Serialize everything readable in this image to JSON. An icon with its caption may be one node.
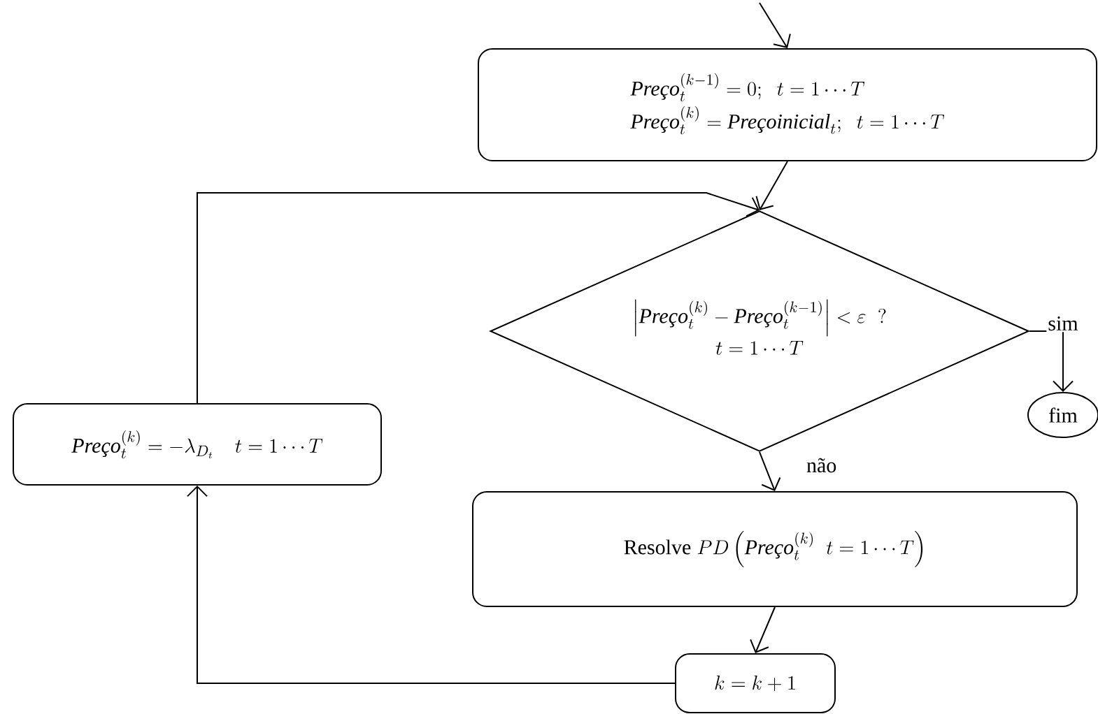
{
  "diagram": {
    "nodes": [
      {
        "text": [
          "\\textit{Preço}_t^{(k-1)} = 0;\\;\\; t = 1\\cdots T",
          "\\textit{Preço}_t^{(k)} = \\textit{Preçoinicial}_t;\\;\\; t = 1\\cdots T"
        ]
      },
      {
        "text": [
          "\\left|\\textit{Preço}_t^{(k)} - \\textit{Preço}_t^{(k-1)}\\right| < \\varepsilon\\;\\; ?",
          "t = 1\\cdots T"
        ]
      },
      {
        "text": [
          "fim"
        ]
      },
      {
        "text": [
          "\\mathrm{Resolve}\\; PD\\left(\\textit{Preço}_t^{(k)}\\;\\; t = 1\\cdots T\\right)"
        ]
      },
      {
        "text": [
          "k = k + 1"
        ]
      },
      {
        "text": [
          "\\textit{Preço}_t^{(k)} = -\\lambda_{D_t}\\quad t = 1\\cdots T"
        ]
      }
    ],
    "edges": [
      {
        "from": null,
        "to": 0,
        "arrow": "to"
      },
      {
        "from": 0,
        "to": 1,
        "arrow": "to"
      },
      {
        "from": 1,
        "to": 2,
        "arrow": "to",
        "label": "sim"
      },
      {
        "from": 1,
        "to": 3,
        "arrow": "to",
        "label": "não"
      },
      {
        "from": 3,
        "to": 4,
        "arrow": "to"
      },
      {
        "from": 4,
        "to": 5,
        "arrow": "to"
      },
      {
        "from": 5,
        "to": 1,
        "arrow": "to"
      }
    ]
  }
}
